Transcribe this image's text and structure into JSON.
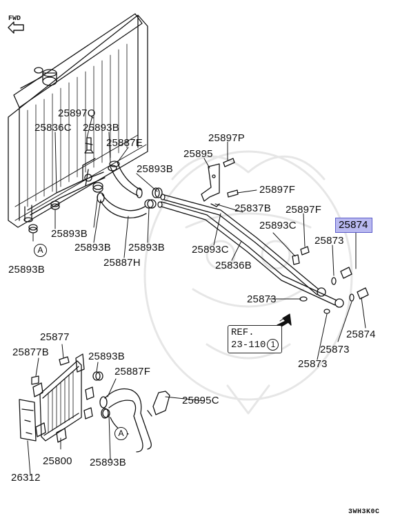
{
  "direction_label": "FWD",
  "diagram_code": "3WH3K0C",
  "reference": {
    "line1": "REF.",
    "line2": "23-110",
    "circled": "1"
  },
  "connector_marker": "A",
  "highlight_color": "#b9b9f0",
  "parts": [
    {
      "id": "25897Q",
      "label": "25897Q"
    },
    {
      "id": "25836C",
      "label": "25836C"
    },
    {
      "id": "25893B_a",
      "label": "25893B"
    },
    {
      "id": "25887E",
      "label": "25887E"
    },
    {
      "id": "25893B_b",
      "label": "25893B"
    },
    {
      "id": "25893B_c",
      "label": "25893B"
    },
    {
      "id": "25893B_d",
      "label": "25893B"
    },
    {
      "id": "25893B_e",
      "label": "25893B"
    },
    {
      "id": "25887H",
      "label": "25887H"
    },
    {
      "id": "25893B_f",
      "label": "25893B"
    },
    {
      "id": "25897P",
      "label": "25897P"
    },
    {
      "id": "25895",
      "label": "25895"
    },
    {
      "id": "25897F_a",
      "label": "25897F"
    },
    {
      "id": "25837B",
      "label": "25837B"
    },
    {
      "id": "25897F_b",
      "label": "25897F"
    },
    {
      "id": "25893C_a",
      "label": "25893C"
    },
    {
      "id": "25874_a",
      "label": "25874",
      "highlighted": true
    },
    {
      "id": "25873_a",
      "label": "25873"
    },
    {
      "id": "25893C_b",
      "label": "25893C"
    },
    {
      "id": "25836B",
      "label": "25836B"
    },
    {
      "id": "25873_b",
      "label": "25873"
    },
    {
      "id": "25874_b",
      "label": "25874"
    },
    {
      "id": "25873_c",
      "label": "25873"
    },
    {
      "id": "25873_d",
      "label": "25873"
    },
    {
      "id": "25877",
      "label": "25877"
    },
    {
      "id": "25877B",
      "label": "25877B"
    },
    {
      "id": "25893B_g",
      "label": "25893B"
    },
    {
      "id": "25887F",
      "label": "25887F"
    },
    {
      "id": "25895C",
      "label": "25895C"
    },
    {
      "id": "25800",
      "label": "25800"
    },
    {
      "id": "25893B_h",
      "label": "25893B"
    },
    {
      "id": "26312",
      "label": "26312"
    }
  ]
}
